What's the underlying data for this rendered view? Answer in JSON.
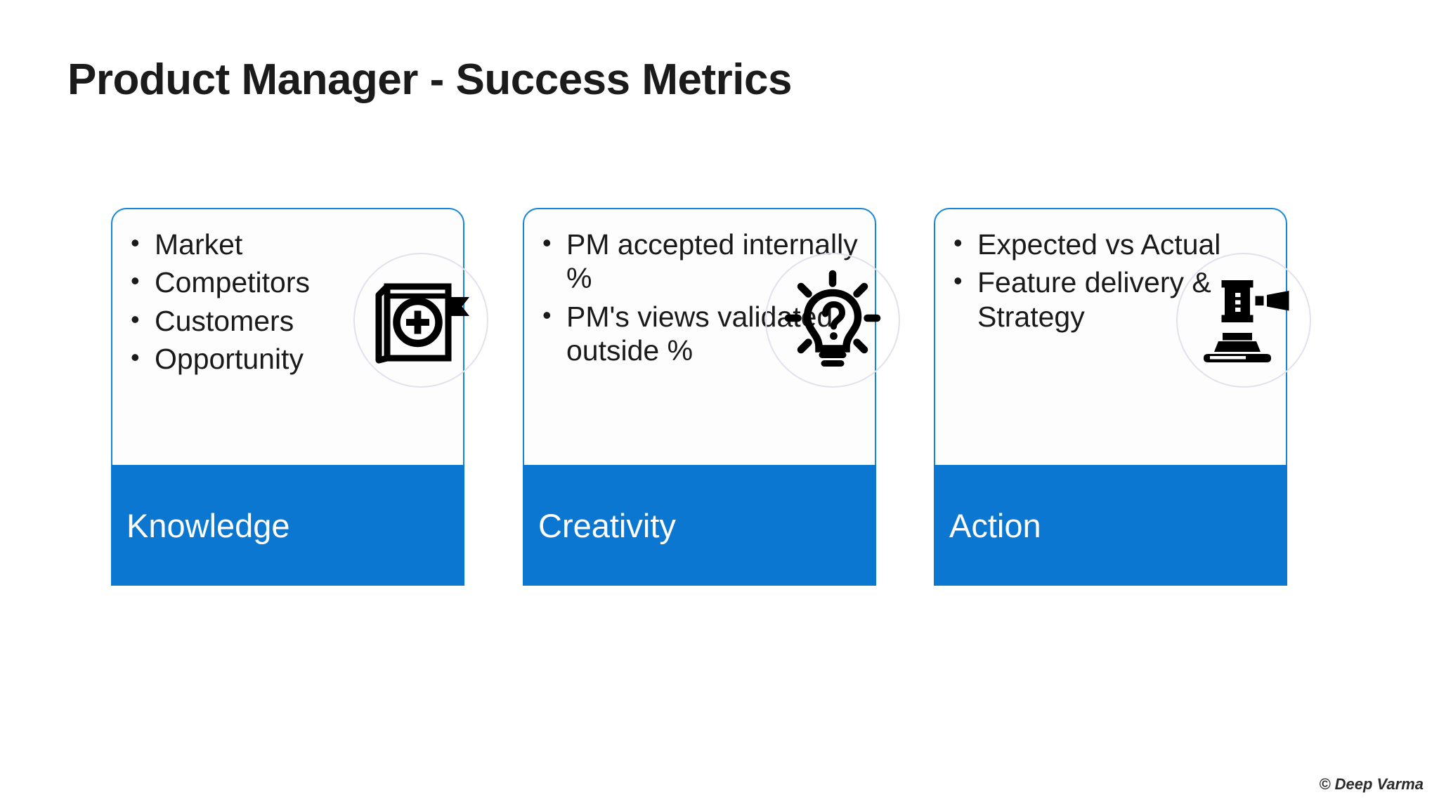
{
  "slide": {
    "title": "Product Manager - Success Metrics",
    "credit": "© Deep Varma",
    "accent_color": "#0B77D0",
    "border_color": "#1585D8",
    "band_text_color": "#FFFFFF",
    "body_text_color": "#1A1A1A",
    "background_color": "#FFFFFF"
  },
  "cards": [
    {
      "label": "Knowledge",
      "icon": "book-plus-icon",
      "bullets": [
        "Market",
        "Competitors",
        "Customers",
        "Opportunity"
      ]
    },
    {
      "label": "Creativity",
      "icon": "lightbulb-question-icon",
      "bullets": [
        "PM accepted internally %",
        "PM's views validated outside %"
      ]
    },
    {
      "label": "Action",
      "icon": "gavel-icon",
      "bullets": [
        "Expected vs Actual",
        "Feature delivery & Strategy"
      ]
    }
  ]
}
